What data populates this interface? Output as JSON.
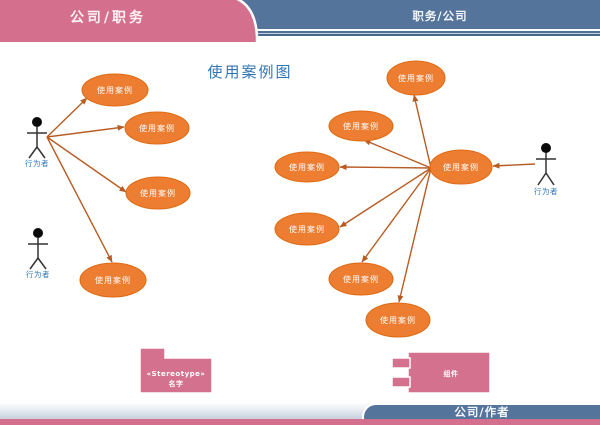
{
  "header": {
    "left_banner_label": "公司/职务",
    "right_banner_label": "职务/公司"
  },
  "title": "使用案例图",
  "diagram": {
    "actors": [
      {
        "label": "行为者"
      },
      {
        "label": "行为者"
      },
      {
        "label": "行为者"
      }
    ],
    "use_cases": [
      {
        "label": "使用案例"
      },
      {
        "label": "使用案例"
      },
      {
        "label": "使用案例"
      },
      {
        "label": "使用案例"
      },
      {
        "label": "使用案例"
      },
      {
        "label": "使用案例"
      },
      {
        "label": "使用案例"
      },
      {
        "label": "使用案例"
      },
      {
        "label": "使用案例"
      },
      {
        "label": "使用案例"
      },
      {
        "label": "使用案例"
      }
    ],
    "package": {
      "stereotype": "«Stereotype»",
      "name": "名字"
    },
    "component": {
      "label": "组件"
    }
  },
  "footer": {
    "banner_label": "公司/作者"
  },
  "colors": {
    "banner_pink": "#d4708e",
    "banner_blue": "#54749b",
    "ellipse_fill": "#ed7d31",
    "ellipse_stroke": "#de6a12",
    "connector": "#b85c24",
    "title_blue": "#2f74b5",
    "actor_label_blue": "#2e75b6",
    "footer_gradient_end": "#c2cddd"
  }
}
